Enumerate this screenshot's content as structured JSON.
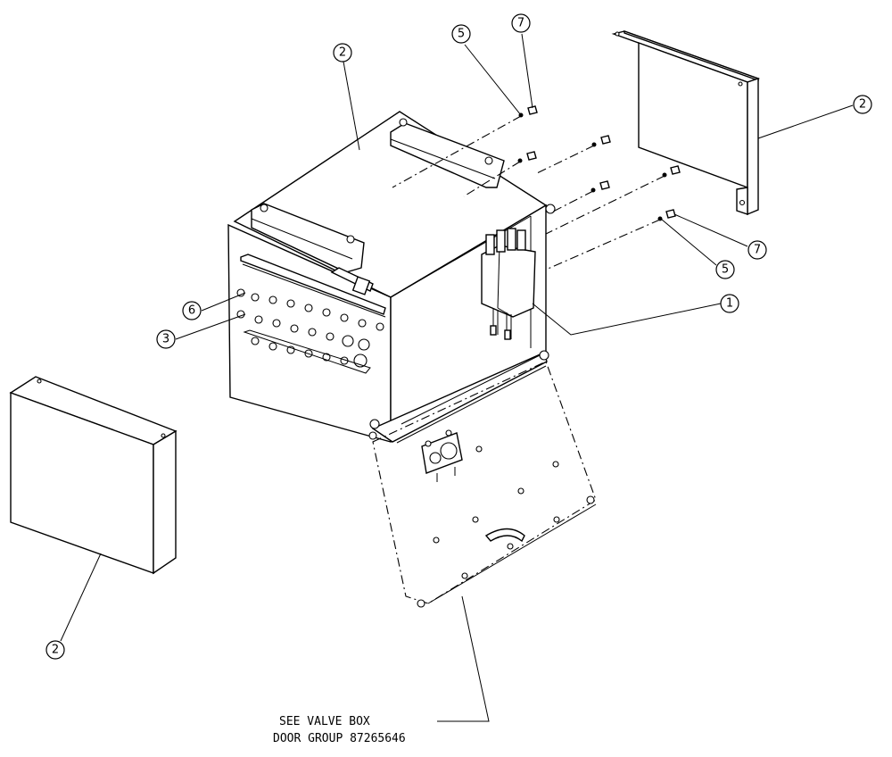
{
  "callouts": [
    {
      "id": "c2-top",
      "label": "2"
    },
    {
      "id": "c5-top",
      "label": "5"
    },
    {
      "id": "c7-top",
      "label": "7"
    },
    {
      "id": "c2-right",
      "label": "2"
    },
    {
      "id": "c7-right",
      "label": "7"
    },
    {
      "id": "c5-right",
      "label": "5"
    },
    {
      "id": "c1-right",
      "label": "1"
    },
    {
      "id": "c6-left",
      "label": "6"
    },
    {
      "id": "c3-left",
      "label": "3"
    },
    {
      "id": "c2-bottom",
      "label": "2"
    }
  ],
  "note": {
    "line1": "SEE VALVE BOX",
    "line2": "DOOR GROUP 87265646"
  }
}
